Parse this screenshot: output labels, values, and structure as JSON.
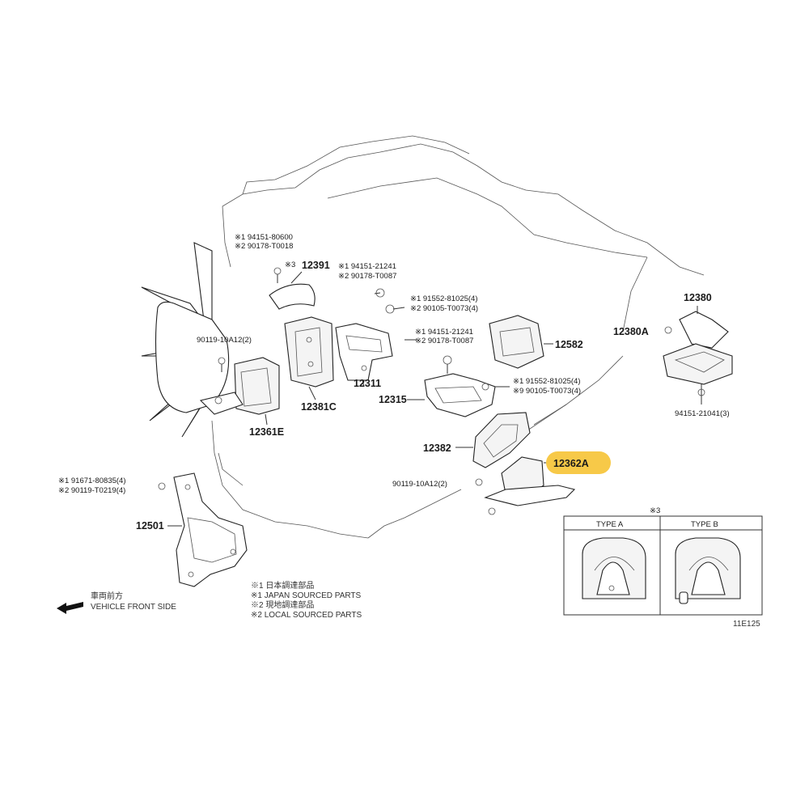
{
  "diagram": {
    "id_code": "11E125",
    "highlight_color": "#F7C948",
    "highlighted_part": "12362A",
    "parts": {
      "p12391": "12391",
      "p12381C": "12381C",
      "p12361E": "12361E",
      "p12311": "12311",
      "p12315": "12315",
      "p12582": "12582",
      "p12380": "12380",
      "p12380A": "12380A",
      "p12382": "12382",
      "p12362A": "12362A",
      "p12501": "12501"
    },
    "fasteners": {
      "f1_a": "※1  94151-80600",
      "f1_b": "※2  90178-T0018",
      "f2": "※3",
      "f3_a": "※1  94151-21241",
      "f3_b": "※2  90178-T0087",
      "f4_a": "※1  91552-81025(4)",
      "f4_b": "※2  90105-T0073(4)",
      "f5_a": "※1  94151-21241",
      "f5_b": "※2  90178-T0087",
      "f6_a": "※1  91552-81025(4)",
      "f6_b": "※9  90105-T0073(4)",
      "f7": "90119-10A12(2)",
      "f8": "90119-10A12(2)",
      "f9": "94151-21041(3)",
      "f10_a": "※1  91671-80835(4)",
      "f10_b": "※2  90119-T0219(4)"
    },
    "legend": {
      "l1": "※1  日本調達部品",
      "l2": "※1  JAPAN SOURCED PARTS",
      "l3": "※2  現地調達部品",
      "l4": "※2  LOCAL SOURCED PARTS"
    },
    "front": {
      "jp": "車両前方",
      "en": "VEHICLE FRONT SIDE"
    },
    "inset": {
      "marker": "※3",
      "type_a": "TYPE A",
      "type_b": "TYPE B"
    }
  }
}
